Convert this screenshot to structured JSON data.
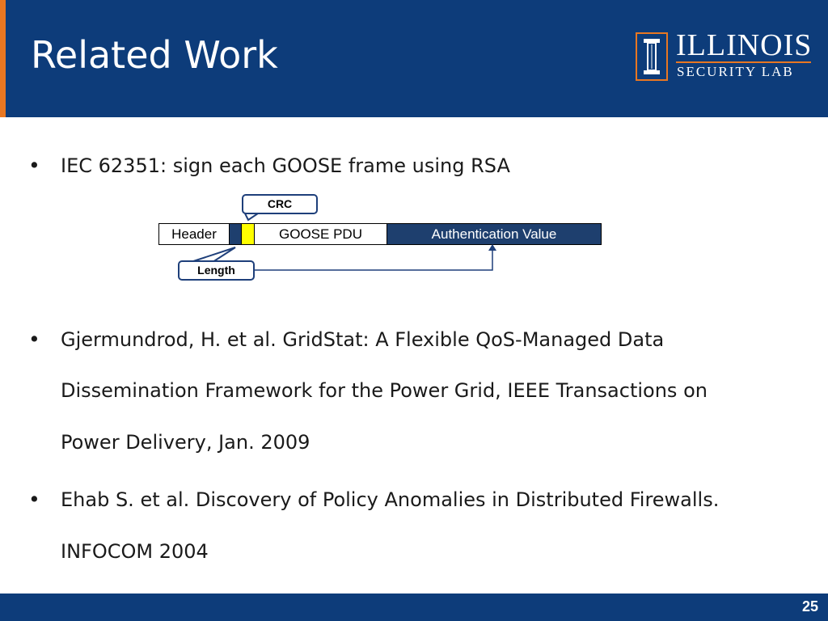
{
  "slide": {
    "title": "Related Work",
    "page_number": "25"
  },
  "logo": {
    "line1": "ILLINOIS",
    "line2": "SECURITY LAB",
    "colors": {
      "accent": "#e87722",
      "brand_blue": "#0d3c7a"
    }
  },
  "bullets": [
    {
      "lines": [
        "IEC 62351: sign each GOOSE frame using RSA"
      ]
    },
    {
      "lines": [
        "Gjermundrod, H. et al. GridStat: A Flexible QoS-Managed Data",
        "Dissemination Framework for the Power Grid, IEEE Transactions on",
        "Power Delivery, Jan. 2009"
      ]
    },
    {
      "lines": [
        "Ehab S. et al. Discovery of Policy Anomalies in Distributed Firewalls.",
        "INFOCOM 2004"
      ]
    }
  ],
  "frame_diagram": {
    "fields": {
      "header": "Header",
      "goose_pdu": "GOOSE PDU",
      "auth_value": "Authentication Value"
    },
    "callouts": {
      "crc": "CRC",
      "length": "Length"
    },
    "colors": {
      "dark_field": "#1e3f6e",
      "crc_field": "#ffff00"
    }
  }
}
